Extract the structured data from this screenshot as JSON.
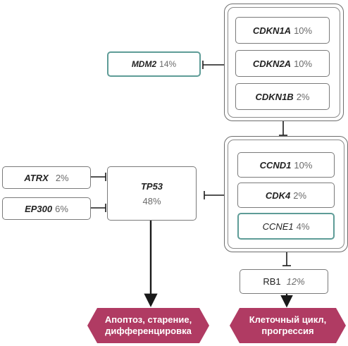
{
  "nodes": {
    "cdkn1a": {
      "gene": "CDKN1A",
      "pct": "10%"
    },
    "cdkn2a": {
      "gene": "CDKN2A",
      "pct": "10%"
    },
    "cdkn1b": {
      "gene": "CDKN1B",
      "pct": "2%"
    },
    "mdm2": {
      "gene": "MDM2",
      "pct": "14%"
    },
    "ccnd1": {
      "gene": "CCND1",
      "pct": "10%"
    },
    "cdk4": {
      "gene": "CDK4",
      "pct": "2%"
    },
    "ccne1": {
      "gene": "CCNE1",
      "pct": "4%"
    },
    "tp53": {
      "gene": "TP53",
      "pct": "48%"
    },
    "atrx": {
      "gene": "ATRX",
      "pct": "2%"
    },
    "ep300": {
      "gene": "EP300",
      "pct": "6%"
    },
    "rb1": {
      "gene": "RB1",
      "pct": "12%"
    }
  },
  "outcomes": {
    "apoptosis": {
      "line1": "Апоптоз, старение,",
      "line2": "дифференцировка"
    },
    "cell_cycle": {
      "line1": "Клеточный цикл,",
      "line2": "прогрессия"
    }
  },
  "colors": {
    "highlight_border": "#5e9c97",
    "outcome_fill": "#b03b63",
    "line": "#1a1a1a"
  }
}
